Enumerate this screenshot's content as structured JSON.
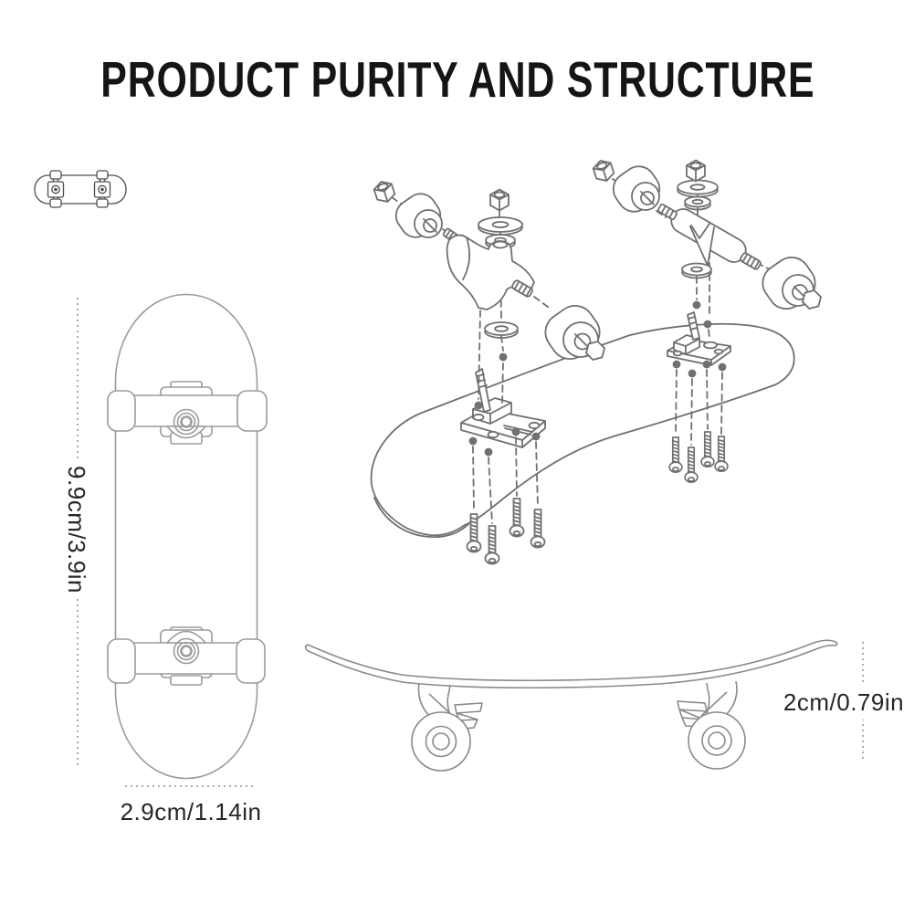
{
  "title": "PRODUCT PURITY AND STRUCTURE",
  "dimensions": {
    "length": "9.9cm/3.9in",
    "width": "2.9cm/1.14in",
    "height": "2cm/0.79in"
  },
  "figures": {
    "mini_board_icon": "mini-skateboard-top-icon",
    "top_view": "fingerboard-top-view-drawing",
    "exploded_view": "fingerboard-exploded-assembly-drawing",
    "side_view": "fingerboard-side-view-drawing"
  },
  "colors": {
    "title": "#151515",
    "labels": "#262626",
    "art_light": "#9b9b9b",
    "art_mid": "#8a8a8a",
    "art_dark": "#707070",
    "mini": "#4d4d4d",
    "dotted": "#ababab",
    "bg": "#ffffff"
  }
}
